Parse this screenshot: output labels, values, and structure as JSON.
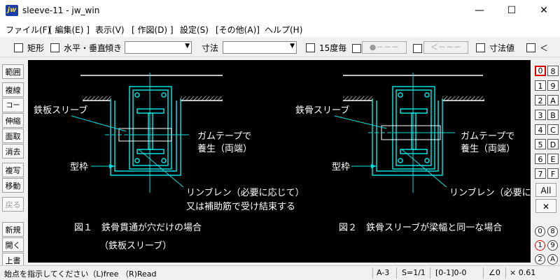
{
  "window": {
    "title": "sleeve-11 - jw_win",
    "icon": "jw",
    "minimize": "—",
    "maximize": "☐",
    "close": "✕"
  },
  "menu": [
    "ファイル(F)",
    "[ 編集(E) ]",
    "表示(V)",
    "[ 作図(D) ]",
    "設定(S)",
    "[その他(A)]",
    "ヘルプ(H)"
  ],
  "toolbar": {
    "rect": "矩形",
    "hv": "水平・垂直",
    "tilt": "傾き",
    "dim": "寸法",
    "deg15": "15度毎",
    "dotline": "●－－－",
    "arrowline": "＜－－－",
    "dimval": "寸法値",
    "lt": "＜"
  },
  "left_tools": [
    "範囲",
    "複線",
    "コーナー",
    "伸縮",
    "面取",
    "消去",
    "複写",
    "移動",
    "戻る",
    "新規",
    "開く",
    "上書"
  ],
  "layers": {
    "left": [
      "0",
      "1",
      "2",
      "3",
      "4",
      "5",
      "6",
      "7"
    ],
    "right": [
      "8",
      "9",
      "A",
      "B",
      "C",
      "D",
      "E",
      "F"
    ],
    "all": "All",
    "x": "✕",
    "groups_left": [
      "0",
      "1",
      "2"
    ],
    "groups_right": [
      "8",
      "9",
      "A"
    ]
  },
  "drawing": {
    "fig1": {
      "label_sleeve": "鉄板スリーブ",
      "label_tape1": "ガムテープで",
      "label_tape2": "養生（両端）",
      "label_form": "型枠",
      "label_rebar1": "リンブレン（必要に応じて）",
      "label_rebar2": "又は補助筋で受け結束する",
      "caption1": "図１　鉄骨貫通が穴だけの場合",
      "caption2": "（鉄板スリーブ）"
    },
    "fig2": {
      "label_sleeve": "鉄骨スリーブ",
      "label_tape1": "ガムテープで",
      "label_tape2": "養生（両端）",
      "label_form": "型枠",
      "label_rebar": "リンブレン（必要に",
      "caption": "図２　鉄骨スリーブが梁幅と同一な場合"
    },
    "colors": {
      "line": "#00e0e0",
      "text": "#ffffff",
      "ground": "#ffffff",
      "background": "#000000"
    }
  },
  "status": {
    "message": "始点を指示してください（L)free （R)Read",
    "paper": "A-3",
    "scale": "S=1/1",
    "layer": "[0-1]0-0",
    "angle": "∠0",
    "zoom": "× 0.61"
  }
}
